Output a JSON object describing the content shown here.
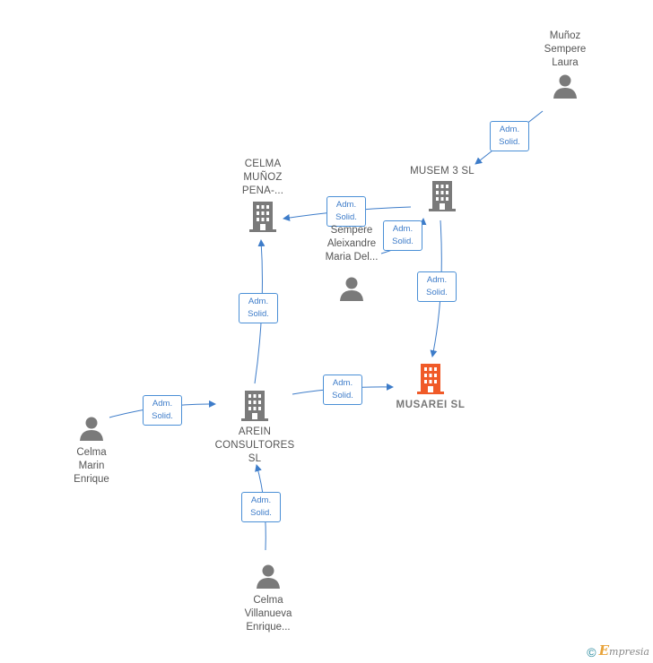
{
  "nodes": {
    "munoz_sempere_laura": {
      "label": "Muñoz\nSempere\nLaura",
      "type": "person"
    },
    "musem3": {
      "label": "MUSEM 3  SL",
      "type": "company"
    },
    "celma_munoz_pena": {
      "label": "CELMA\nMUÑOZ\nPENA-...",
      "type": "company"
    },
    "sempere_aleixandre": {
      "label": "Sempere\nAleixandre\nMaria Del...",
      "type": "person"
    },
    "musarei": {
      "label": "MUSAREI  SL",
      "type": "company-focus"
    },
    "arein": {
      "label": "AREIN\nCONSULTORES\nSL",
      "type": "company"
    },
    "celma_marin": {
      "label": "Celma\nMarin\nEnrique",
      "type": "person"
    },
    "celma_villanueva": {
      "label": "Celma\nVillanueva\nEnrique...",
      "type": "person"
    }
  },
  "relation": {
    "line1": "Adm.",
    "line2": "Solid."
  },
  "colors": {
    "edge": "#3d7cc9",
    "person": "#7a7a7a",
    "company": "#7a7a7a",
    "focus": "#f05a28"
  },
  "footer": {
    "copyright": "©",
    "brand_initial": "E",
    "brand_rest": "mpresia"
  }
}
